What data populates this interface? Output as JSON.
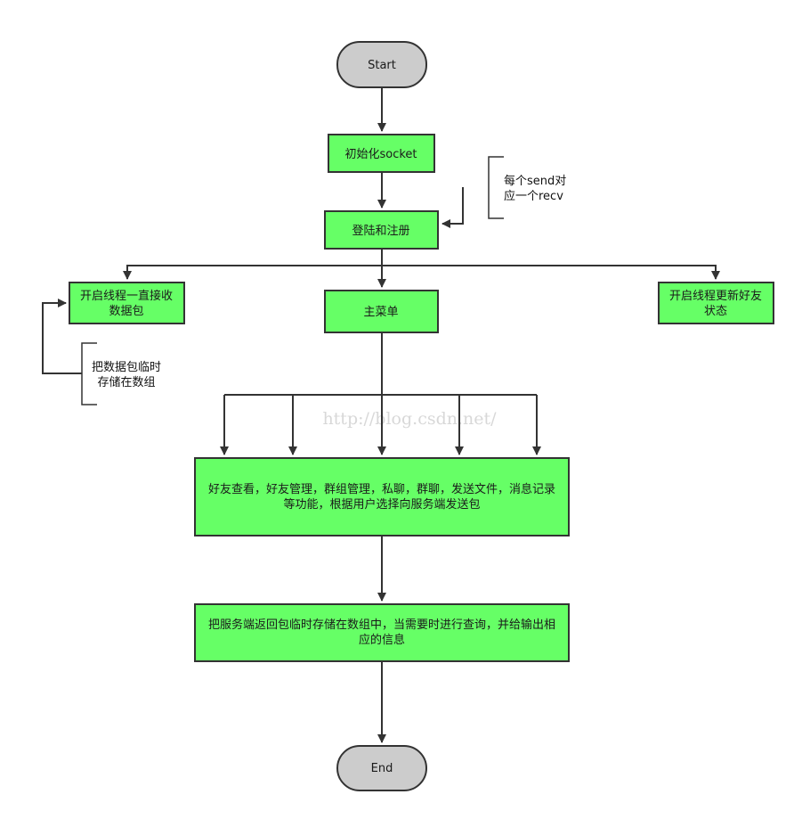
{
  "nodes": {
    "start": "Start",
    "init_socket": "初始化socket",
    "login": "登陆和注册",
    "recv_thread": [
      "开启线程一直接收",
      "数据包"
    ],
    "main_menu": "主菜单",
    "status_thread": [
      "开启线程更新好友",
      "状态"
    ],
    "functions": [
      "好友查看，好友管理，群组管理，私聊，群聊，发送文件，消息记录",
      "等功能，根据用户选择向服务端发送包"
    ],
    "store_query": [
      "把服务端返回包临时存储在数组中，当需要时进行查询，并给输出相",
      "应的信息"
    ],
    "end": "End"
  },
  "notes": {
    "send_recv": [
      "每个send对",
      "应一个recv"
    ],
    "temp_store": [
      "把数据包临时",
      "存储在数组"
    ]
  },
  "watermark": "http://blog.csdn.net/",
  "colors": {
    "process_fill": "#66ff66",
    "terminal_fill": "#cccccc",
    "stroke": "#333333"
  }
}
